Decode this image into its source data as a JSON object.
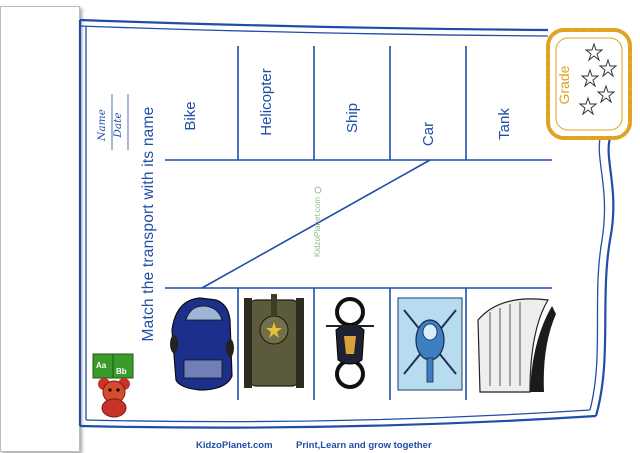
{
  "worksheet": {
    "name_label": "Name",
    "date_label": "Date",
    "instruction": "Match the transport with its name",
    "grade_label": "Grade",
    "watermark": "KidzoPlanet.com",
    "words": [
      "Bike",
      "Helicopter",
      "Ship",
      "Car",
      "Tank"
    ],
    "pictures": [
      "car",
      "tank",
      "motorbike",
      "helicopter",
      "ship"
    ],
    "example_match": {
      "word": "Car",
      "picture": "car"
    },
    "badge_letters": [
      "Aa",
      "Bb"
    ],
    "footer_brand": "KidzoPlanet.com",
    "footer_tagline": "Print,Learn and grow together",
    "colors": {
      "border_blue": "#1f4ea8",
      "grade_orange": "#e0a21f",
      "badge_green": "#3a9a2a",
      "bear_red": "#c8322a"
    }
  }
}
